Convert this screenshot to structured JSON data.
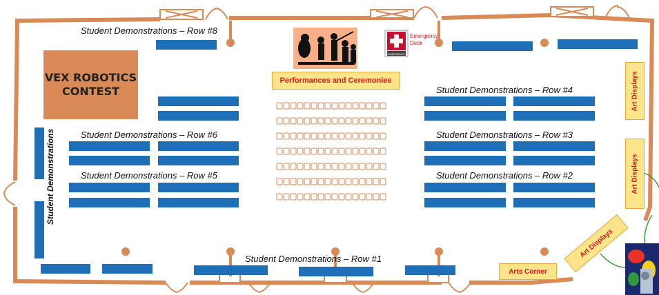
{
  "labels": {
    "row8": "Student Demonstrations – Row #8",
    "row6": "Student Demonstrations – Row #6",
    "row5": "Student Demonstrations – Row #5",
    "row4": "Student Demonstrations – Row #4",
    "row3": "Student Demonstrations – Row #3",
    "row2": "Student Demonstrations – Row #2",
    "row1": "Student Demonstrations – Row #1",
    "side": "Student Demonstrations"
  },
  "vex": "VEX ROBOTICS\nCONTEST",
  "performances": "Performances  and Ceremonies",
  "emergency": {
    "text": "Emergency\nDesk",
    "badge": "EMERGENCY"
  },
  "arts_corner": "Arts Corner",
  "art_displays": [
    "Art Displays",
    "Art Displays",
    "Art Displays"
  ],
  "colors": {
    "wall": "#d98a57",
    "table": "#1f6fb8",
    "sign_bg": "#fce48a",
    "sign_text": "#d21a1a",
    "seat": "#d98a57"
  },
  "icons": {
    "performers": "performers-icon",
    "emergency": "first-aid-icon",
    "artwork": "artwork-thumbnail"
  }
}
